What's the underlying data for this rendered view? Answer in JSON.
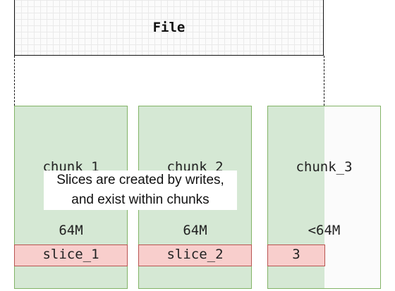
{
  "file": {
    "label": "File"
  },
  "chunks": [
    {
      "name": "chunk_1",
      "size": "64M"
    },
    {
      "name": "chunk_2",
      "size": "64M"
    },
    {
      "name": "chunk_3",
      "size": "<64M"
    }
  ],
  "note": {
    "line1": "Slices are created by writes,",
    "line2": "and exist within chunks"
  },
  "slices": [
    {
      "label": "slice_1"
    },
    {
      "label": "slice_2"
    },
    {
      "label": "3"
    }
  ],
  "colors": {
    "chunk_fill": "#d5e8d4",
    "chunk_border": "#82b366",
    "slice_fill": "#f8cecc",
    "slice_border": "#b85450"
  }
}
